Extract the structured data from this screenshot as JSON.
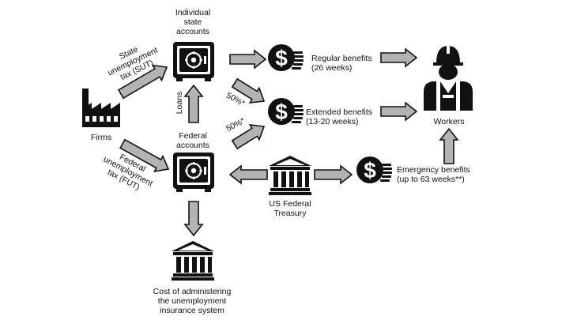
{
  "labels": {
    "individual_state_accounts": [
      "Individual",
      "state",
      "accounts"
    ],
    "federal_accounts": [
      "Federal",
      "accounts"
    ],
    "firms": "Firms",
    "workers": "Workers",
    "us_federal_treasury": [
      "US Federal",
      "Treasury"
    ],
    "cost_admin": [
      "Cost of administering",
      "the unemployment",
      "insurance system"
    ],
    "regular_benefits": [
      "Regular benefits",
      "(26 weeks)"
    ],
    "extended_benefits": [
      "Extended benefits",
      "(13-20 weeks)"
    ],
    "emergency_benefits": [
      "Emergency benefits",
      "(up to 63 weeks**)"
    ],
    "sut": [
      "State",
      "unemployment",
      "tax (SUT)"
    ],
    "fut": [
      "Federal",
      "unemployment",
      "tax (FUT)"
    ],
    "loans": "Loans",
    "fifty_top": "50%*",
    "fifty_bottom": "50%*"
  },
  "icons": {
    "state_vault": "vault-icon",
    "federal_vault": "vault-icon",
    "factory": "factory-icon",
    "worker": "worker-icon",
    "treasury": "bank-icon",
    "admin_bank": "bank-icon",
    "regular_money": "dollar-coins-icon",
    "extended_money": "dollar-coins-icon",
    "emergency_money": "dollar-coins-icon"
  },
  "colors": {
    "arrow_fill": "#b3b3b3",
    "arrow_stroke": "#111111",
    "icon": "#111111",
    "background": "#ffffff"
  }
}
